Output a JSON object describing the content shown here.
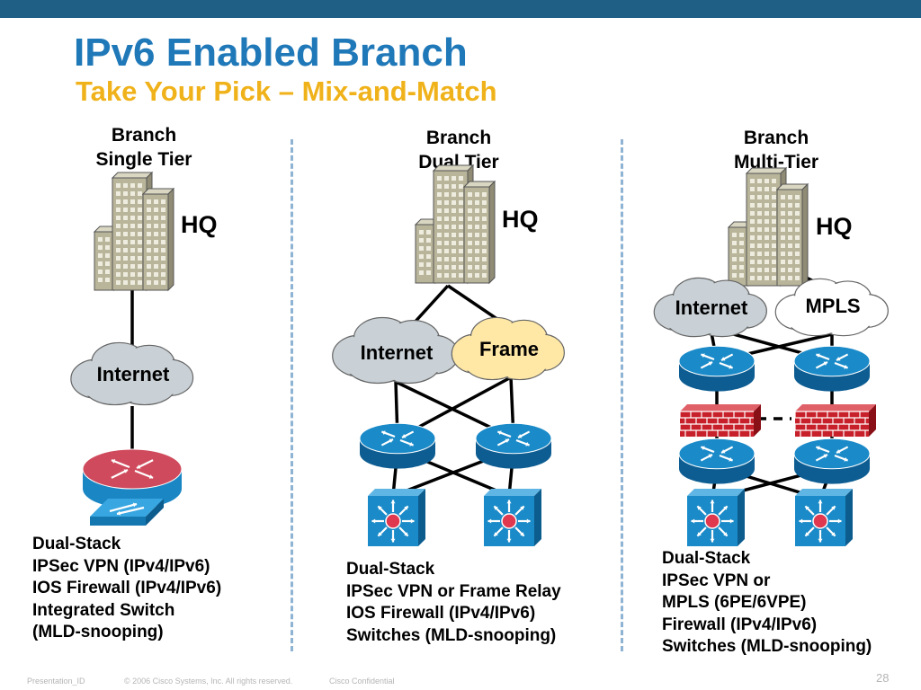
{
  "slide": {
    "title": "IPv6 Enabled Branch",
    "subtitle": "Take Your Pick – Mix-and-Match",
    "page_number": "28"
  },
  "columns": [
    {
      "header": [
        "Branch",
        "Single Tier"
      ],
      "hq_label": "HQ",
      "clouds": [
        "Internet"
      ],
      "description": [
        "Dual-Stack",
        "IPSec VPN (IPv4/IPv6)",
        "IOS Firewall (IPv4/IPv6)",
        "Integrated Switch",
        "(MLD-snooping)"
      ]
    },
    {
      "header": [
        "Branch",
        "Dual Tier"
      ],
      "hq_label": "HQ",
      "clouds": [
        "Internet",
        "Frame"
      ],
      "description": [
        "Dual-Stack",
        "IPSec VPN or Frame Relay",
        "IOS Firewall (IPv4/IPv6)",
        "Switches (MLD-snooping)"
      ]
    },
    {
      "header": [
        "Branch",
        "Multi-Tier"
      ],
      "hq_label": "HQ",
      "clouds": [
        "Internet",
        "MPLS"
      ],
      "description": [
        "Dual-Stack",
        "IPSec VPN or",
        "MPLS (6PE/6VPE)",
        "Firewall (IPv4/IPv6)",
        "Switches (MLD-snooping)"
      ]
    }
  ],
  "footer": {
    "presentation_id": "Presentation_ID",
    "copyright": "© 2006 Cisco Systems, Inc. All rights reserved.",
    "confidential": "Cisco Confidential"
  },
  "colors": {
    "top_bar": "#1f5f86",
    "title": "#1f78b8",
    "subtitle": "#f0b21a",
    "separator": "#8fb3d3",
    "internet_cloud": "#c9d1d6",
    "frame_cloud": "#ffe8a6",
    "mpls_cloud": "#ffffff",
    "router": "#1a8ac8",
    "switch": "#1a8ac8",
    "firewall": "#c8202a",
    "secure_router_top": "#d04a5a",
    "building": "#b9b59a"
  },
  "icons": [
    "building-icon",
    "cloud-icon",
    "router-icon",
    "multilayer-switch-icon",
    "firewall-icon",
    "secure-router-icon",
    "lan-switch-icon"
  ]
}
